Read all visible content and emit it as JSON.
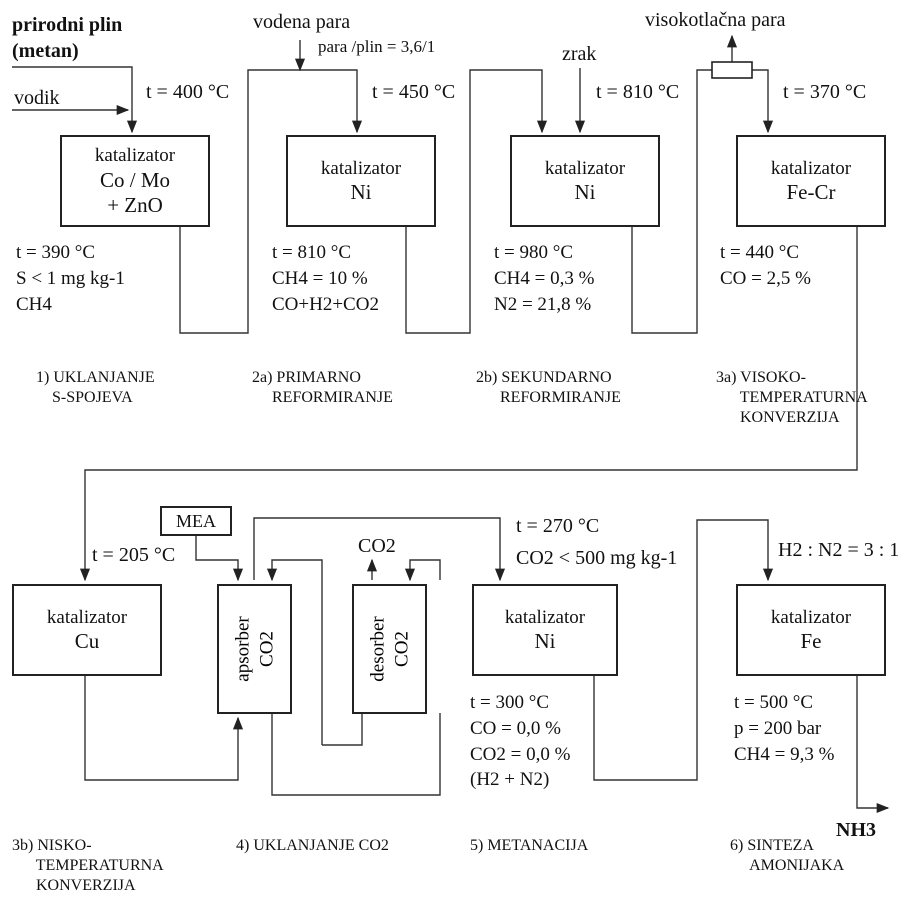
{
  "inputs": {
    "natural_gas": "prirodni plin (metan)",
    "hydrogen": "vodik",
    "steam": "vodena para",
    "steam_ratio": "para /plin = 3,6/1",
    "air": "zrak",
    "hp_steam": "visokotlačna para",
    "mea": "MEA"
  },
  "temps_in": {
    "t1": "t = 400 °C",
    "t2": "t = 450 °C",
    "t3": "t = 810 °C",
    "t4": "t = 370 °C",
    "t5": "t = 205 °C",
    "t6a": "t = 270 °C",
    "t6b": "CO2 < 500 mg kg-1",
    "ratio": "H2 : N2 = 3 : 1"
  },
  "boxes": {
    "b1": [
      "katalizator",
      "Co / Mo",
      "+ ZnO"
    ],
    "b2": [
      "katalizator",
      "Ni"
    ],
    "b3": [
      "katalizator",
      "Ni"
    ],
    "b4": [
      "katalizator",
      "Fe-Cr"
    ],
    "b5": [
      "katalizator",
      "Cu"
    ],
    "absorber": [
      "apsorber",
      "CO2"
    ],
    "desorber": [
      "desorber",
      "CO2"
    ],
    "b7": [
      "katalizator",
      "Ni"
    ],
    "b8": [
      "katalizator",
      "Fe"
    ]
  },
  "outlets": {
    "o1": [
      "t = 390 °C",
      "S < 1 mg kg-1",
      "CH4"
    ],
    "o2": [
      "t = 810 °C",
      "CH4 = 10 %",
      "CO+H2+CO2"
    ],
    "o3": [
      "t = 980 °C",
      "CH4 = 0,3 %",
      "N2 = 21,8 %"
    ],
    "o4": [
      "t = 440 °C",
      "CO = 2,5 %"
    ],
    "o5": [
      "t = 300 °C",
      "CO = 0,0 %",
      "CO2 = 0,0 %",
      "(H2 + N2)"
    ],
    "o6": [
      "t = 500 °C",
      "p = 200 bar",
      "CH4 = 9,3 %"
    ],
    "co2_out": "CO2",
    "product": "NH3"
  },
  "stages": {
    "s1": "1) UKLANJANJE\n    S-SPOJEVA",
    "s2a": "2a) PRIMARNO\n     REFORMIRANJE",
    "s2b": "2b) SEKUNDARNO\n      REFORMIRANJE",
    "s3a": "3a) VISOKO-\n      TEMPERATURNA\n      KONVERZIJA",
    "s3b": "3b) NISKO-\n      TEMPERATURNA\n      KONVERZIJA",
    "s4": "4) UKLANJANJE CO2",
    "s5": "5) METANACIJA",
    "s6": "6) SINTEZA\n     AMONIJAKA"
  }
}
